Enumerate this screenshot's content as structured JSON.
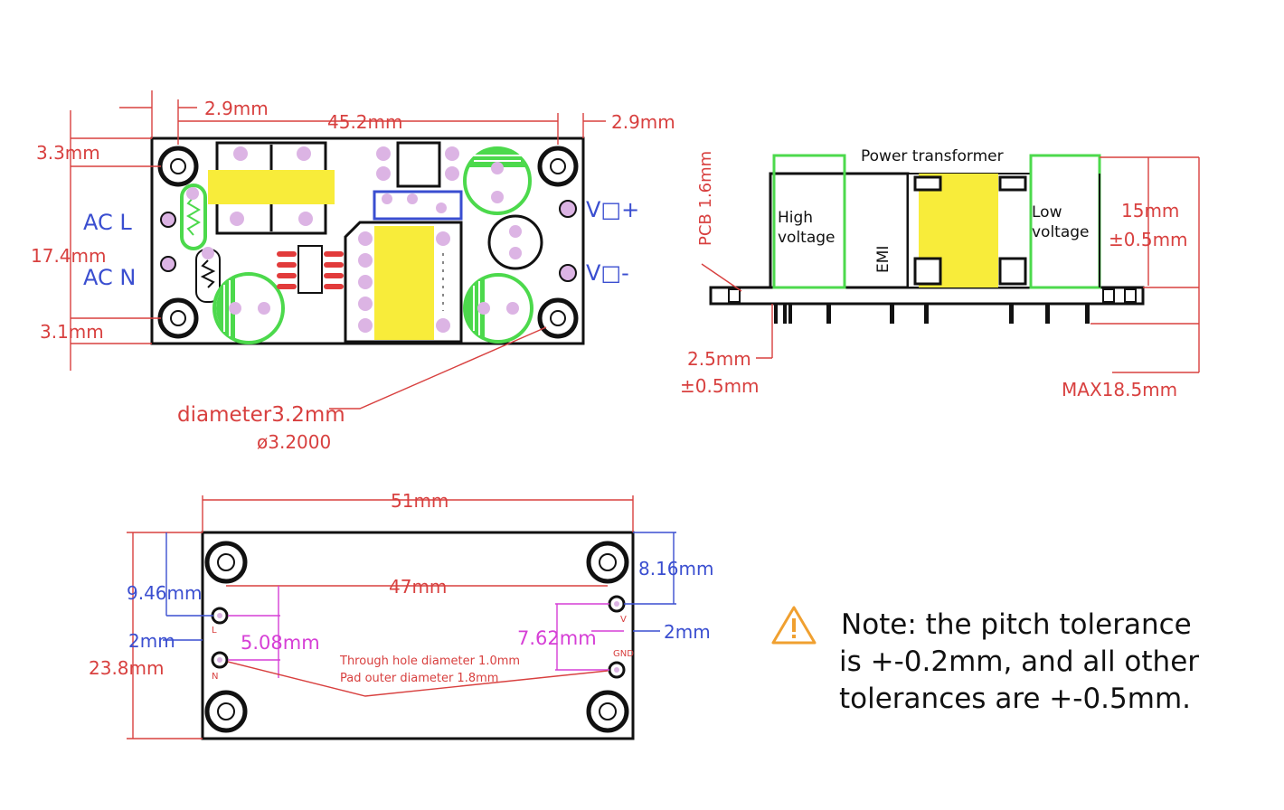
{
  "top_view": {
    "dims": {
      "left_offset": "2.9mm",
      "width": "45.2mm",
      "right_offset": "2.9mm",
      "top_offset": "3.3mm",
      "hole_pitch_vertical": "17.4mm",
      "bottom_offset": "3.1mm",
      "hole_diameter": "diameter3.2mm",
      "hole_diameter_alt": "ø3.2000"
    },
    "labels": {
      "ac_l": "AC  L",
      "ac_n": "AC  N",
      "v_plus": "V□+",
      "v_minus": "V□-"
    }
  },
  "side_view": {
    "pcb_thickness": "PCB 1.6mm",
    "power_transformer": "Power transformer",
    "high_voltage": "High voltage",
    "emi": "EMI",
    "low_voltage": "Low voltage",
    "height_label": "15mm",
    "height_tol": "±0.5mm",
    "pin_length": "2.5mm",
    "pin_tol": "±0.5mm",
    "max_height": "MAX18.5mm"
  },
  "bottom_view": {
    "width": "51mm",
    "pitch": "47mm",
    "right_vertical": "8.16mm",
    "left_vertical": "9.46mm",
    "pin_spacing_left": "5.08mm",
    "pin_spacing_right": "7.62mm",
    "left_margin": "2mm",
    "right_margin": "2mm",
    "height": "23.8mm",
    "through_hole": "Through hole diameter 1.0mm",
    "pad_outer": "Pad outer diameter 1.8mm",
    "pin_l": "L",
    "pin_n": "N",
    "pin_v": "V",
    "pin_gnd": "GND"
  },
  "note": {
    "line1": "Note: the pitch tolerance",
    "line2": "is +-0.2mm, and all other",
    "line3": "tolerances are +-0.5mm."
  },
  "colors": {
    "dimension": "#d8403f",
    "label_blue": "#3a4ed0",
    "component_green": "#4cd94c",
    "transformer_yellow": "#f8ec3a",
    "pad_pink": "#dcb4e4",
    "warning": "#f0a030"
  }
}
